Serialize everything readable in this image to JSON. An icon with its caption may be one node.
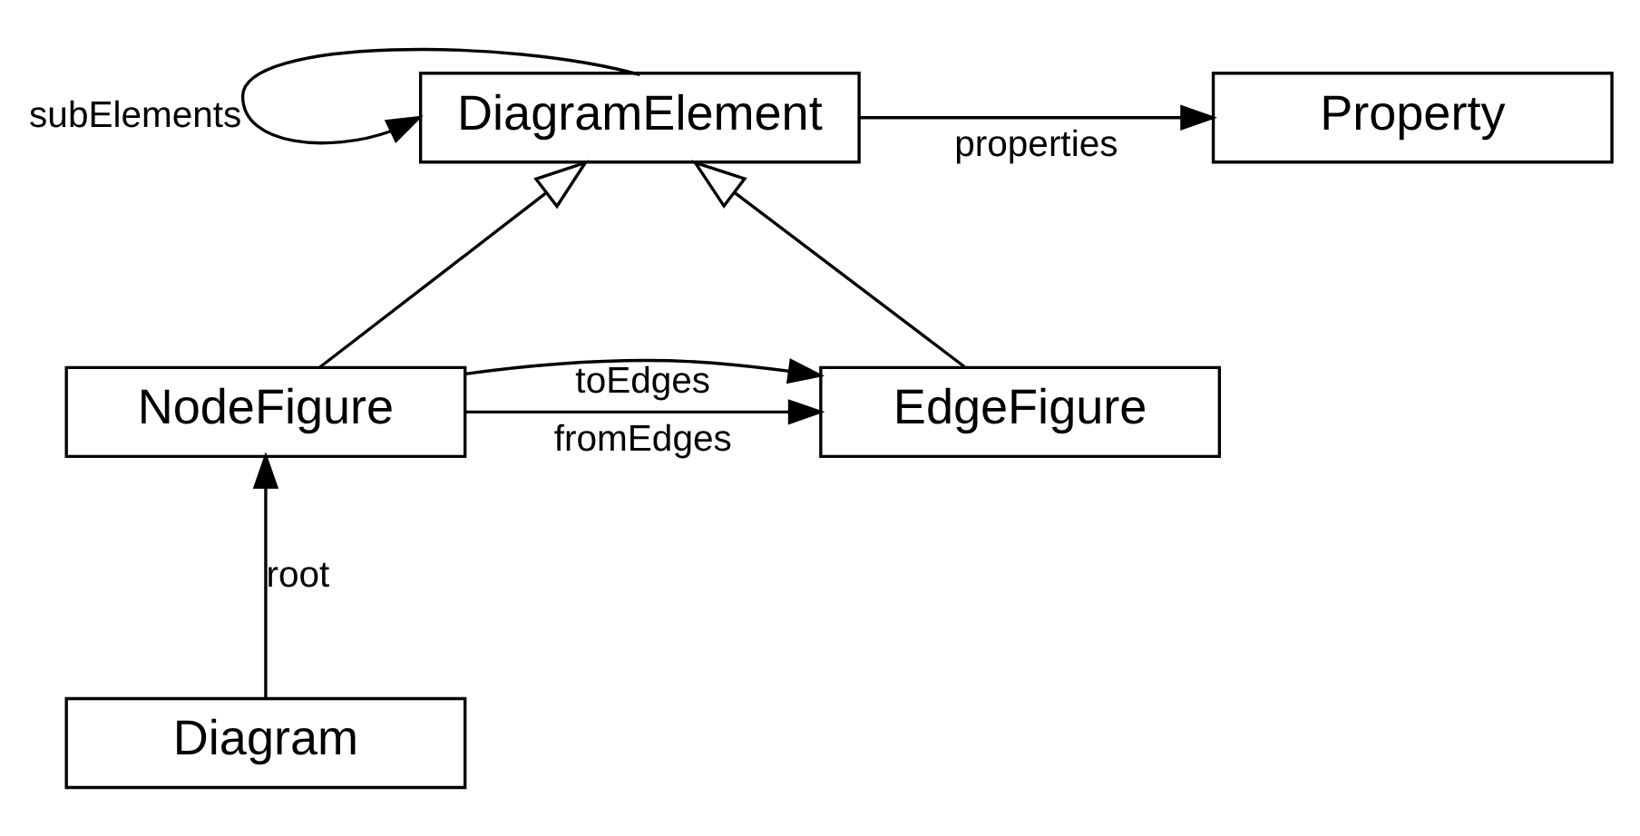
{
  "diagram": {
    "nodes": [
      {
        "text": [
          "DiagramElement"
        ]
      },
      {
        "text": [
          "Property"
        ]
      },
      {
        "text": [
          "EdgeFigure"
        ]
      },
      {
        "text": [
          "NodeFigure"
        ]
      },
      {
        "text": [
          "Diagram"
        ]
      }
    ],
    "edges": [
      {
        "from": 0,
        "to": 0,
        "label": "subElements",
        "arrow": "to"
      },
      {
        "from": 0,
        "to": 1,
        "label": "properties",
        "arrow": "to"
      },
      {
        "from": 2,
        "to": 0,
        "arrow": "to"
      },
      {
        "from": 3,
        "to": 0,
        "arrow": "to"
      },
      {
        "from": 3,
        "to": 2,
        "label": "fromEdges",
        "arrow": "to"
      },
      {
        "from": 3,
        "to": 2,
        "label": "toEdges",
        "arrow": "to"
      },
      {
        "from": 4,
        "to": 3,
        "label": "root",
        "arrow": "to"
      }
    ]
  }
}
